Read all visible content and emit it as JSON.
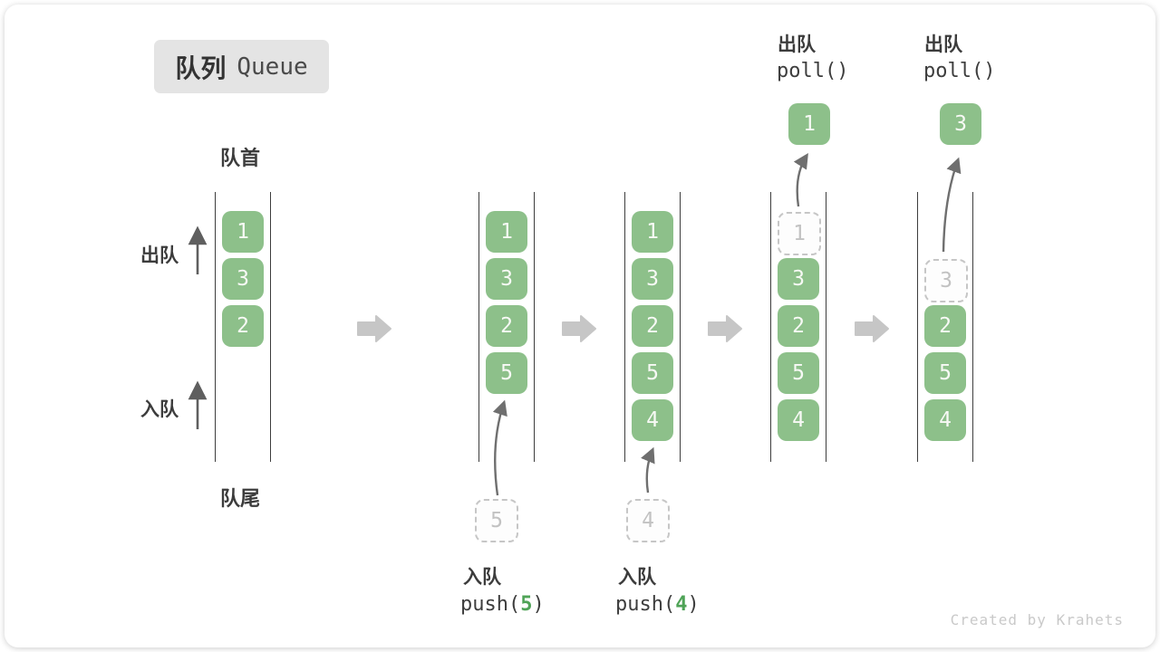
{
  "title": {
    "zh": "队列",
    "en": "Queue"
  },
  "labels": {
    "front": "队首",
    "rear": "队尾",
    "dequeue_side": "出队",
    "enqueue_side": "入队"
  },
  "states": [
    {
      "blocks": [
        {
          "v": "1"
        },
        {
          "v": "3"
        },
        {
          "v": "2"
        }
      ]
    },
    {
      "blocks": [
        {
          "v": "1"
        },
        {
          "v": "3"
        },
        {
          "v": "2"
        },
        {
          "v": "5"
        }
      ],
      "ghost_in": {
        "v": "5"
      }
    },
    {
      "blocks": [
        {
          "v": "1"
        },
        {
          "v": "3"
        },
        {
          "v": "2"
        },
        {
          "v": "5"
        },
        {
          "v": "4"
        }
      ],
      "ghost_in": {
        "v": "4"
      }
    },
    {
      "ghost": {
        "v": "1"
      },
      "blocks": [
        {
          "v": "3"
        },
        {
          "v": "2"
        },
        {
          "v": "5"
        },
        {
          "v": "4"
        }
      ],
      "out": {
        "v": "1"
      }
    },
    {
      "ghost": {
        "v": "3"
      },
      "blocks": [
        {
          "v": "2"
        },
        {
          "v": "5"
        },
        {
          "v": "4"
        }
      ],
      "out": {
        "v": "3"
      }
    }
  ],
  "operations": {
    "push5": {
      "label": "入队",
      "pre": "push(",
      "arg": "5",
      "post": ")"
    },
    "push4": {
      "label": "入队",
      "pre": "push(",
      "arg": "4",
      "post": ")"
    },
    "poll1": {
      "label": "出队",
      "code": "poll()"
    },
    "poll2": {
      "label": "出队",
      "code": "poll()"
    }
  },
  "watermark": "Created by Krahets",
  "colors": {
    "block_green": "#8dc08a",
    "block_text": "#f7f9f5",
    "arg_green": "#4fa357",
    "ghost_border": "#c6c6c6",
    "ghost_text": "#c2c2c2",
    "rail": "#3d3d3d",
    "label_text": "#3c3c3c",
    "flow_arrow": "#c6c6c6",
    "curve_arrow": "#6f6f6f",
    "badge_bg": "#e4e4e4",
    "watermark": "#c9c9c9"
  }
}
